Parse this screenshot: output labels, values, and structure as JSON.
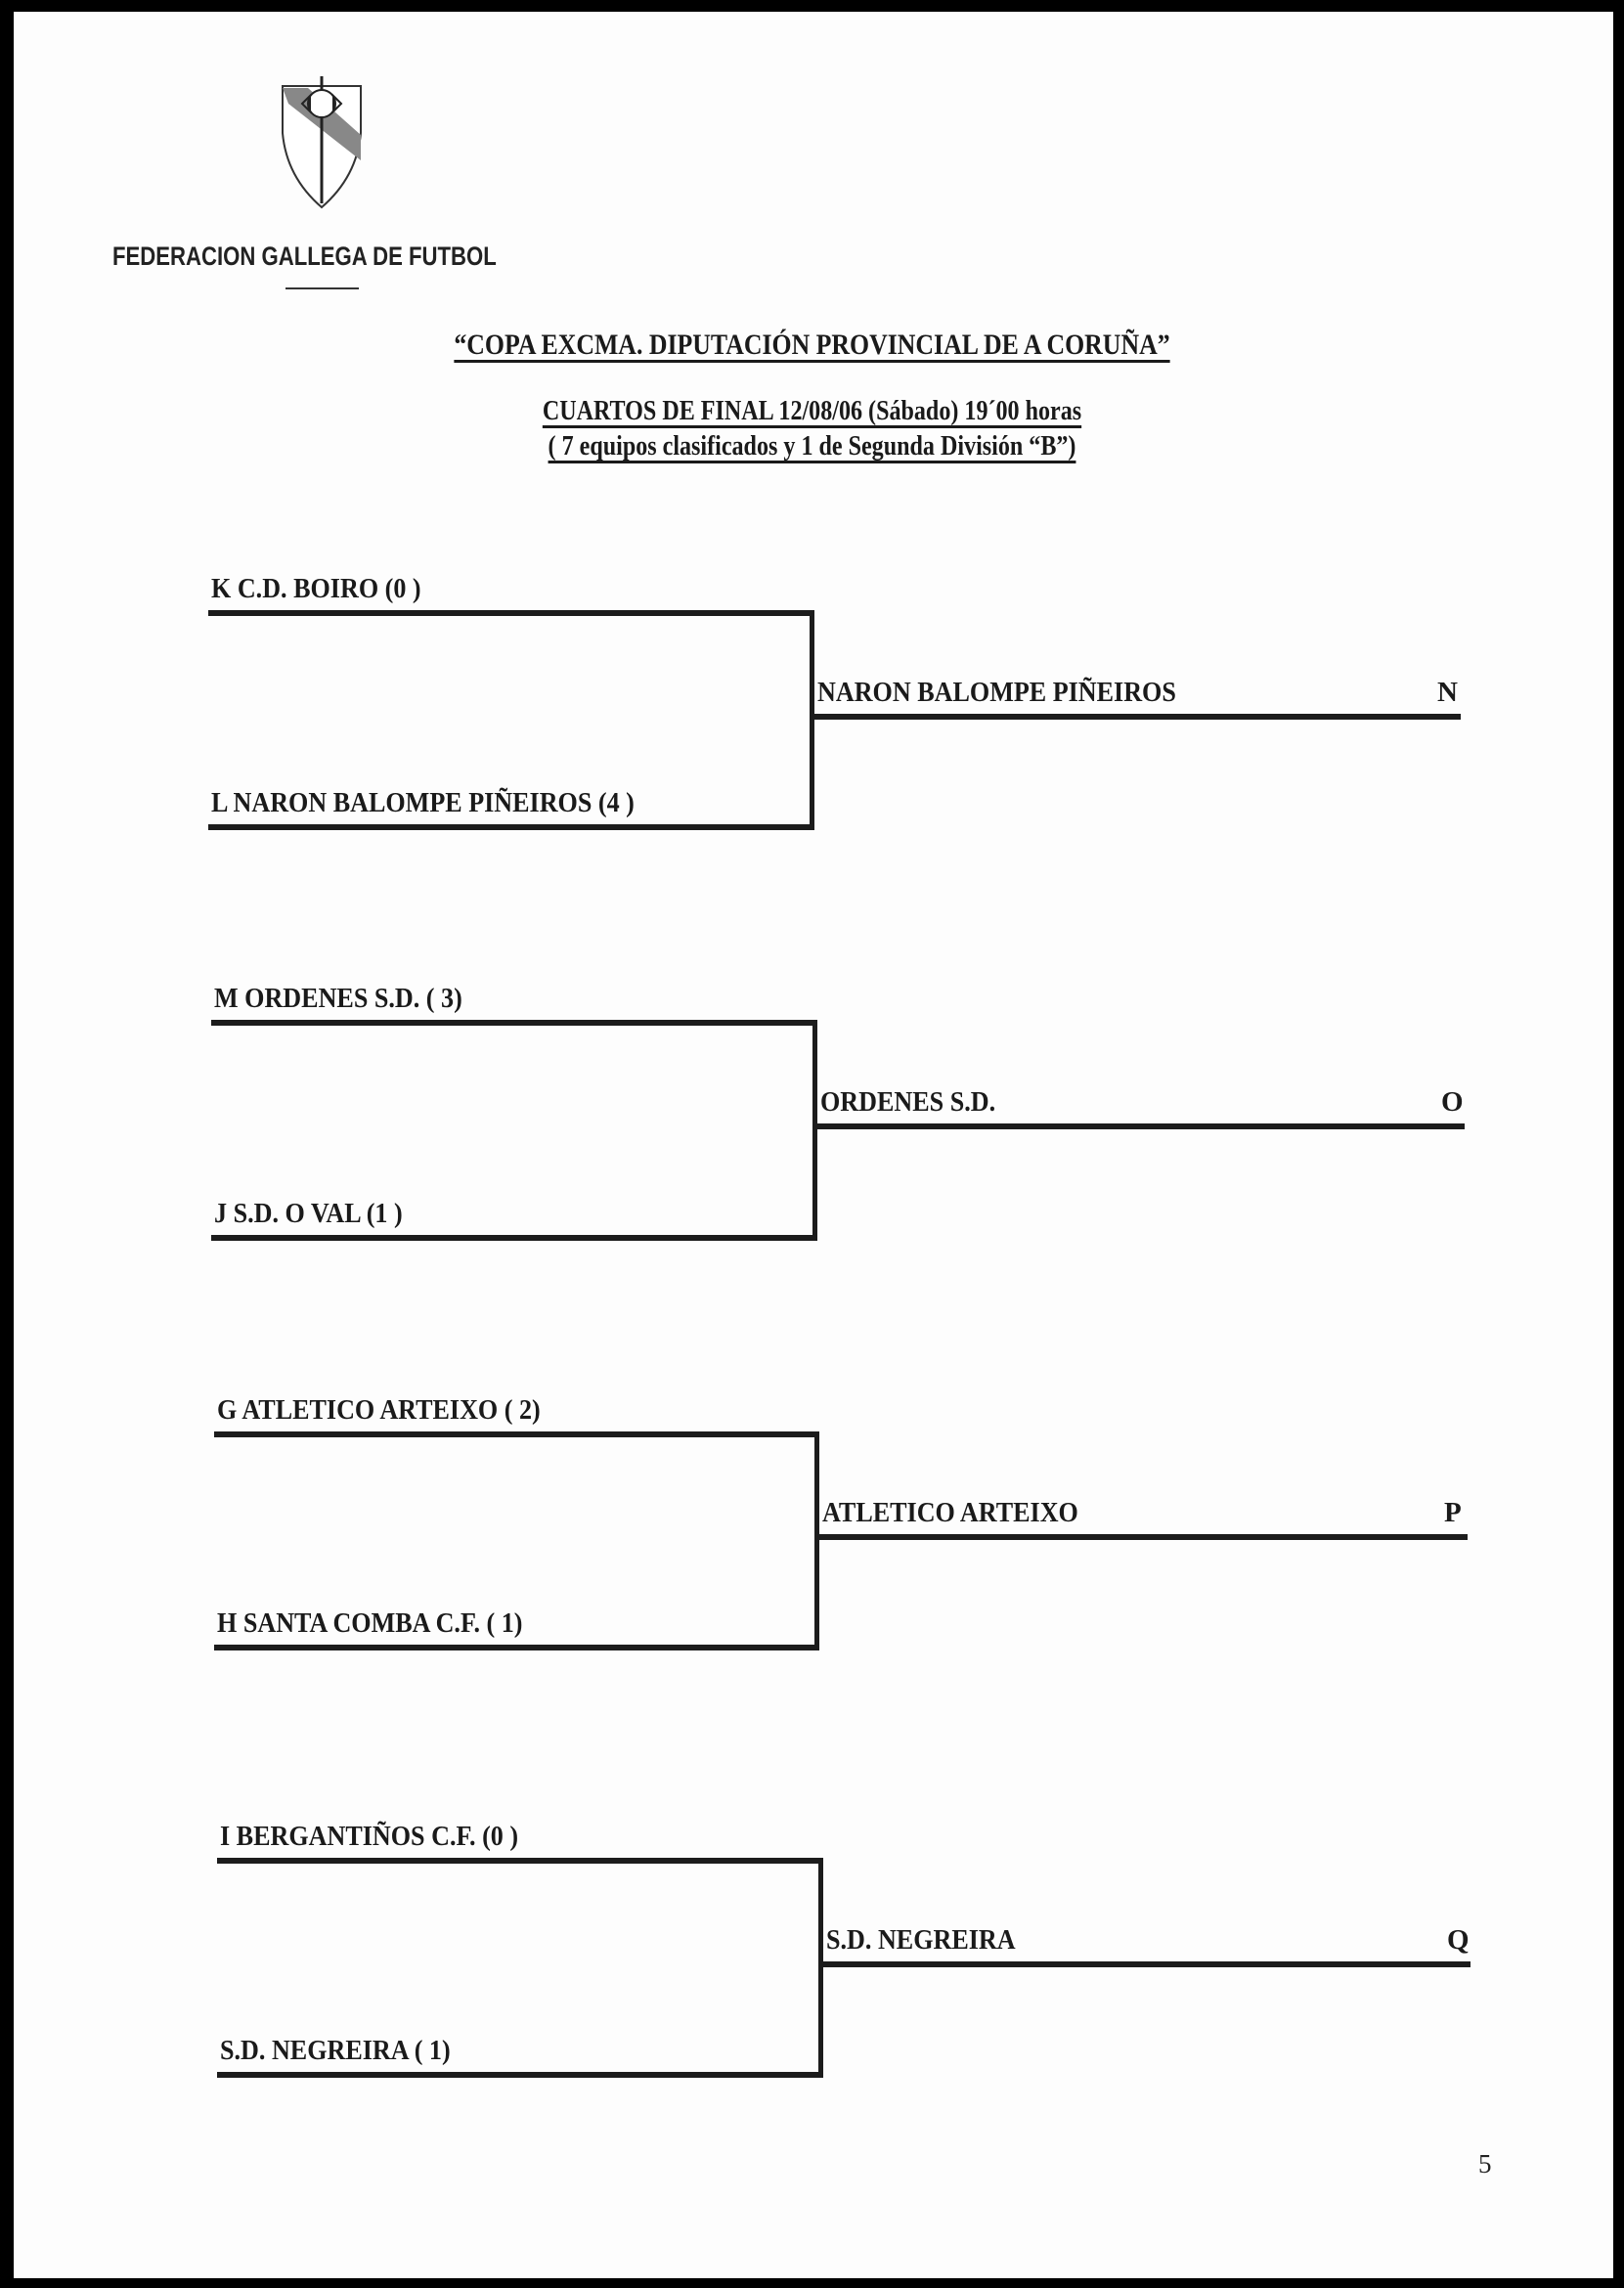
{
  "header": {
    "organization": "FEDERACION GALLEGA DE FUTBOL",
    "logo": "federation-crest"
  },
  "title": "“COPA EXCMA. DIPUTACIÓN PROVINCIAL DE A CORUÑA”",
  "subtitle": "CUARTOS DE FINAL  12/08/06 (Sábado) 19´00 horas",
  "subtitle2": "( 7 equipos clasificados y 1 de Segunda División “B”)",
  "matches": [
    {
      "team1": "K  C.D. BOIRO  (0 )",
      "team2": "L  NARON BALOMPE PIÑEIROS  (4 )",
      "winner": "NARON BALOMPE PIÑEIROS",
      "code": "N"
    },
    {
      "team1": "M  ORDENES S.D.  ( 3)",
      "team2": "J  S.D. O VAL  (1 )",
      "winner": "ORDENES S.D.",
      "code": "O"
    },
    {
      "team1": "G  ATLETICO ARTEIXO  ( 2)",
      "team2": "H  SANTA COMBA C.F.  ( 1)",
      "winner": "ATLETICO ARTEIXO",
      "code": "P"
    },
    {
      "team1": "I  BERGANTIÑOS C.F.  (0 )",
      "team2": "S.D. NEGREIRA  ( 1)",
      "winner": "S.D. NEGREIRA",
      "code": "Q"
    }
  ],
  "page_number": "5"
}
